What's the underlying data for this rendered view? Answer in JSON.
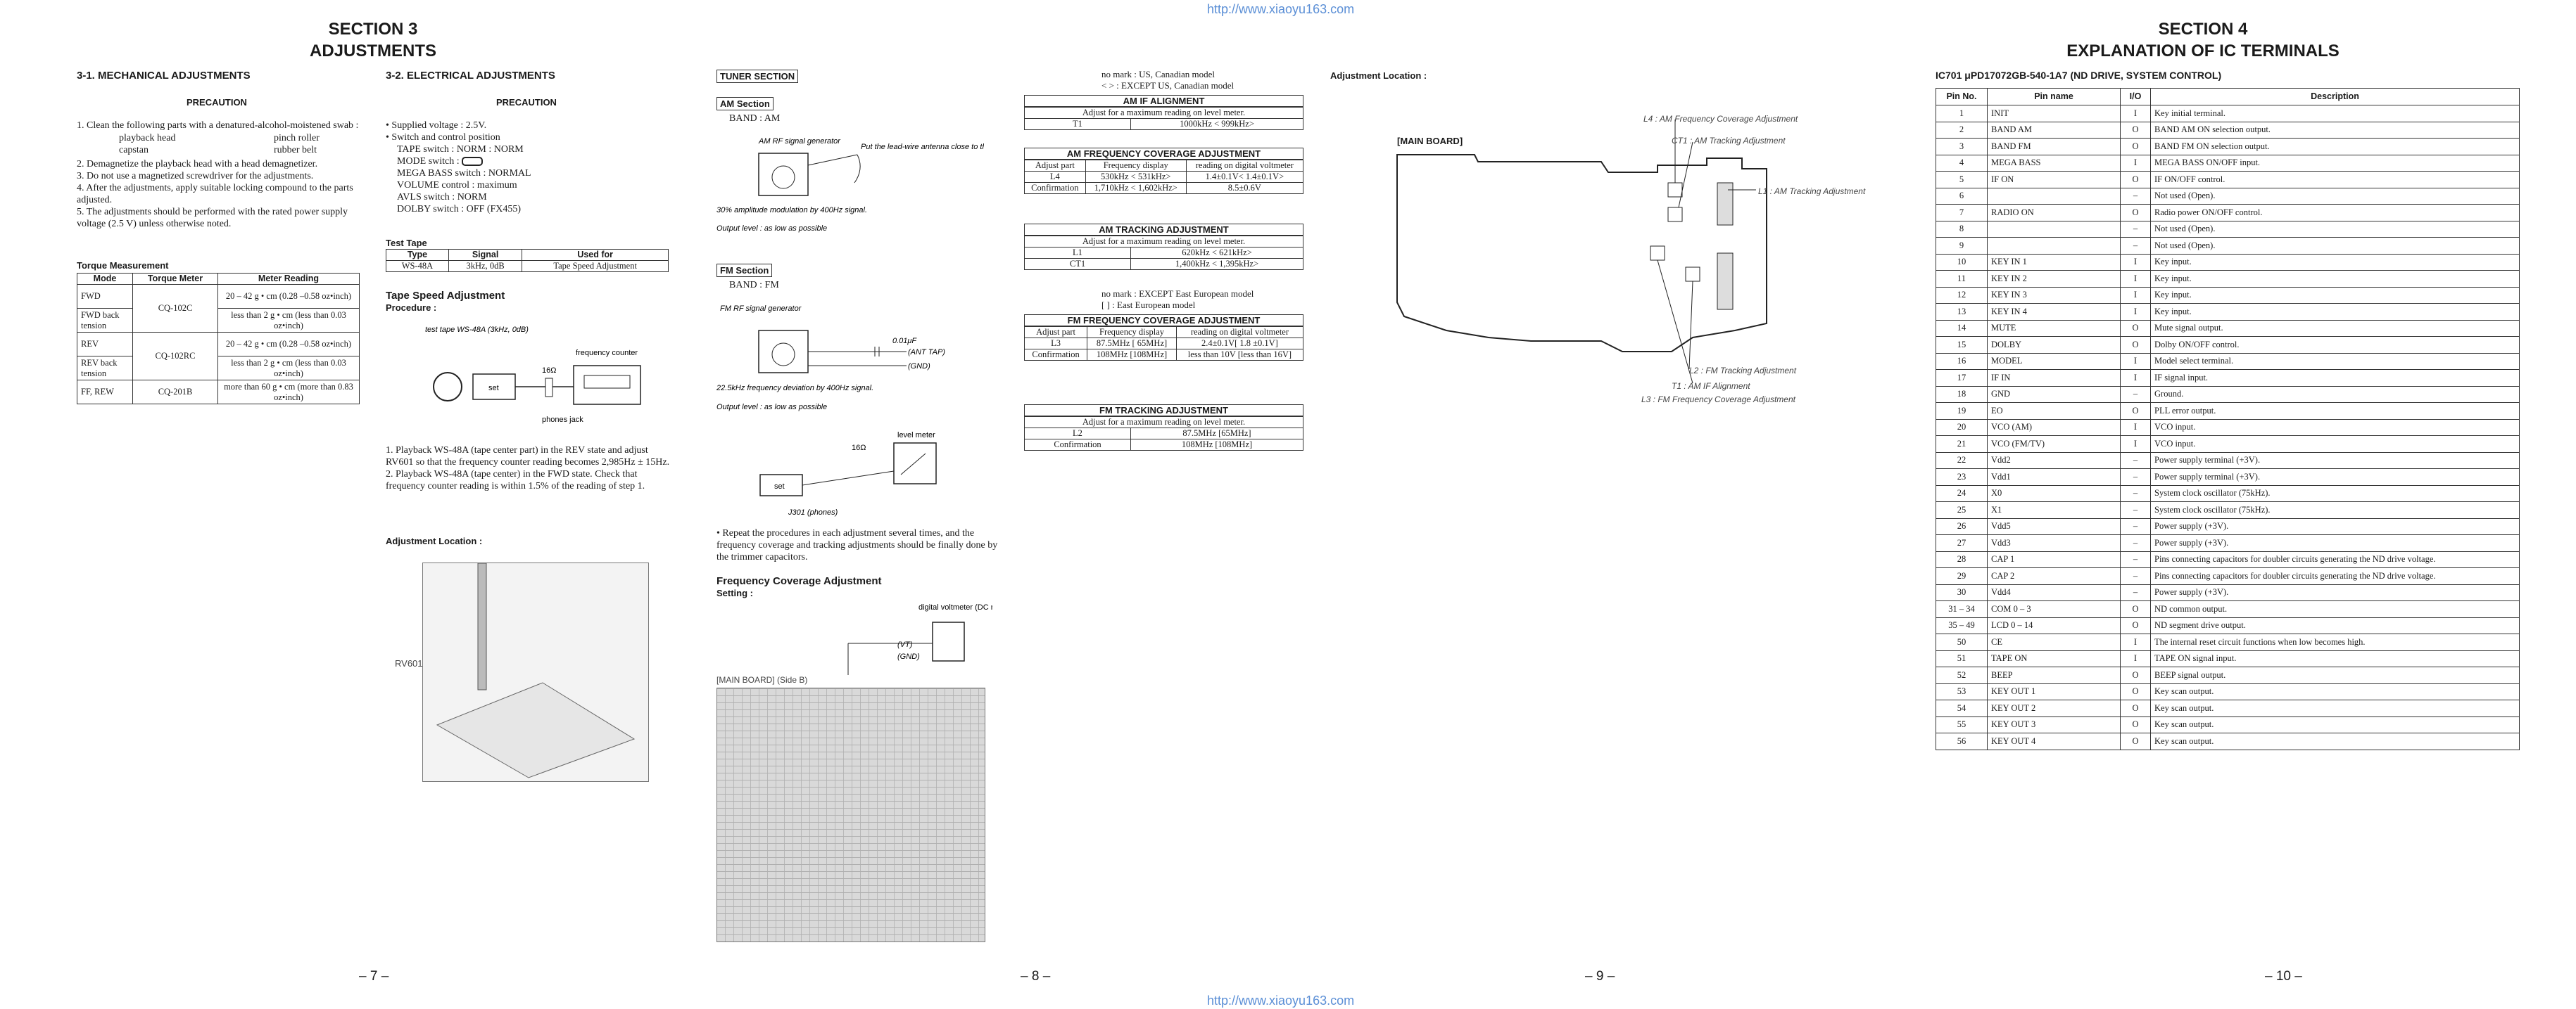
{
  "header_url": "http://www.xiaoyu163.com",
  "footer_url": "http://www.xiaoyu163.com",
  "pages": [
    "– 7 –",
    "– 8 –",
    "– 9 –",
    "– 10 –"
  ],
  "section3": {
    "line1": "SECTION 3",
    "line2": "ADJUSTMENTS"
  },
  "section4": {
    "line1": "SECTION 4",
    "line2": "EXPLANATION OF IC TERMINALS"
  },
  "mech": {
    "heading": "3-1. MECHANICAL ADJUSTMENTS",
    "precaution": "PRECAUTION",
    "items": [
      "1. Clean the following parts with a denatured-alcohol-moistened swab :",
      "2. Demagnetize the playback head with a head demagnetizer.",
      "3. Do not use a magnetized screwdriver for the adjustments.",
      "4. After the adjustments, apply suitable locking compound to the parts adjusted.",
      "5. The adjustments should be performed with the rated power supply voltage (2.5 V) unless otherwise noted."
    ],
    "parts": [
      "playback head",
      "pinch roller",
      "capstan",
      "rubber belt"
    ],
    "torque_title": "Torque Measurement",
    "torque_headers": [
      "Mode",
      "Torque Meter",
      "Meter Reading"
    ],
    "torque_rows": [
      [
        "FWD",
        "CQ-102C",
        "20 – 42 g • cm (0.28 –0.58 oz•inch)"
      ],
      [
        "FWD back tension",
        "",
        "less than 2 g • cm (less than 0.03 oz•inch)"
      ],
      [
        "REV",
        "CQ-102RC",
        "20 – 42 g • cm (0.28 –0.58 oz•inch)"
      ],
      [
        "REV back tension",
        "",
        "less than 2 g • cm (less than 0.03 oz•inch)"
      ],
      [
        "FF, REW",
        "CQ-201B",
        "more than 60 g • cm (more than 0.83 oz•inch)"
      ]
    ]
  },
  "elec": {
    "heading": "3-2. ELECTRICAL ADJUSTMENTS",
    "precaution": "PRECAUTION",
    "bullets": [
      "• Supplied voltage : 2.5V.",
      "• Switch and control position"
    ],
    "switches": [
      "TAPE switch : NORM : NORM",
      "MODE switch :",
      "MEGA BASS switch : NORMAL",
      "VOLUME control : maximum",
      "AVLS switch : NORM",
      "DOLBY switch : OFF (FX455)"
    ],
    "test_tape_title": "Test Tape",
    "test_tape_headers": [
      "Type",
      "Signal",
      "Used for"
    ],
    "test_tape_row": [
      "WS-48A",
      "3kHz, 0dB",
      "Tape Speed Adjustment"
    ],
    "speed_title": "Tape Speed Adjustment",
    "procedure": "Procedure :",
    "speed_steps": [
      "1. Playback WS-48A (tape center part) in the REV state and adjust RV601 so that the frequency counter reading becomes 2,985Hz ± 15Hz.",
      "2. Playback WS-48A (tape center) in the FWD state. Check that frequency counter reading is within 1.5% of the reading of step 1."
    ],
    "adj_loc": "Adjustment Location :",
    "fig_labels": {
      "test_tape": "test tape WS-48A (3kHz, 0dB)",
      "counter": "frequency counter",
      "set": "set",
      "jack": "phones jack",
      "rv": "RV601",
      "res": "16Ω"
    }
  },
  "tuner": {
    "title": "TUNER SECTION",
    "am_label": "AM Section",
    "am_band": "BAND : AM",
    "am_note1": "30% amplitude modulation by 400Hz signal.",
    "am_note2": "Output level : as low as possible",
    "am_gen": "AM RF signal generator",
    "am_ant": "Put the lead-wire antenna close to the set.",
    "fm_label": "FM Section",
    "fm_band": "BAND : FM",
    "fm_gen": "FM RF signal generator",
    "fm_cap": "0.01μF",
    "fm_ant": "(ANT TAP)",
    "fm_gnd": "(GND)",
    "fm_note1": "22.5kHz frequency deviation by 400Hz signal.",
    "fm_note2": "Output level : as low as possible",
    "lm_label": "level meter",
    "lm_res": "16Ω",
    "lm_set": "set",
    "lm_jack": "J301 (phones)",
    "repeat_note": "• Repeat the procedures in each adjustment several times, and the frequency coverage and tracking adjustments should be finally done by the trimmer capacitors.",
    "fc_title": "Frequency Coverage Adjustment",
    "setting": "Setting :",
    "dv_label": "digital voltmeter (DC range)",
    "dv_vt": "(VT)",
    "dv_gnd": "(GND)",
    "board_label": "[MAIN BOARD] (Side B)"
  },
  "notes_top": {
    "l1": "no mark : US, Canadian model",
    "l2": "< > : EXCEPT US, Canadian model"
  },
  "notes_mid": {
    "l1": "no mark : EXCEPT East European model",
    "l2": "[ ] : East European model"
  },
  "am_if": {
    "title": "AM IF ALIGNMENT",
    "sub": "Adjust for a maximum reading on level meter.",
    "rows": [
      [
        "T1",
        "1000kHz < 999kHz>"
      ]
    ]
  },
  "am_fc": {
    "title": "AM FREQUENCY COVERAGE ADJUSTMENT",
    "headers": [
      "Adjust part",
      "Frequency display",
      "reading on digital voltmeter"
    ],
    "rows": [
      [
        "L4",
        "530kHz < 531kHz>",
        "1.4±0.1V< 1.4±0.1V>"
      ],
      [
        "Confirmation",
        "1,710kHz < 1,602kHz>",
        "8.5±0.6V"
      ]
    ]
  },
  "am_track": {
    "title": "AM TRACKING ADJUSTMENT",
    "sub": "Adjust for a maximum reading on level meter.",
    "rows": [
      [
        "L1",
        "620kHz < 621kHz>"
      ],
      [
        "CT1",
        "1,400kHz < 1,395kHz>"
      ]
    ]
  },
  "fm_fc": {
    "title": "FM FREQUENCY COVERAGE ADJUSTMENT",
    "headers": [
      "Adjust part",
      "Frequency display",
      "reading on digital voltmeter"
    ],
    "rows": [
      [
        "L3",
        "87.5MHz [ 65MHz]",
        "2.4±0.1V[ 1.8 ±0.1V]"
      ],
      [
        "Confirmation",
        "108MHz [108MHz]",
        "less than 10V [less than 16V]"
      ]
    ]
  },
  "fm_track": {
    "title": "FM TRACKING ADJUSTMENT",
    "sub": "Adjust for a maximum reading on level meter.",
    "rows": [
      [
        "L2",
        "87.5MHz [65MHz]"
      ],
      [
        "Confirmation",
        "108MHz [108MHz]"
      ]
    ]
  },
  "p9": {
    "adj_loc": "Adjustment Location :",
    "board": "[MAIN BOARD]",
    "labels": [
      "L4 : AM Frequency Coverage Adjustment",
      "CT1 : AM Tracking Adjustment",
      "L1 : AM Tracking Adjustment",
      "L2 : FM Tracking Adjustment",
      "T1 : AM IF Alignment",
      "L3 : FM Frequency Coverage Adjustment"
    ]
  },
  "ic": {
    "title": "IC701  μPD17072GB-540-1A7 (ND DRIVE, SYSTEM CONTROL)",
    "headers": [
      "Pin No.",
      "Pin name",
      "I/O",
      "Description"
    ],
    "rows": [
      [
        "1",
        "INIT",
        "I",
        "Key initial terminal."
      ],
      [
        "2",
        "BAND AM",
        "O",
        "BAND AM ON selection output."
      ],
      [
        "3",
        "BAND FM",
        "O",
        "BAND FM ON selection output."
      ],
      [
        "4",
        "MEGA BASS",
        "I",
        "MEGA BASS ON/OFF input."
      ],
      [
        "5",
        "IF ON",
        "O",
        "IF ON/OFF control."
      ],
      [
        "6",
        "",
        "–",
        "Not used (Open)."
      ],
      [
        "7",
        "RADIO ON",
        "O",
        "Radio power ON/OFF control."
      ],
      [
        "8",
        "",
        "–",
        "Not used (Open)."
      ],
      [
        "9",
        "",
        "–",
        "Not used (Open)."
      ],
      [
        "10",
        "KEY IN 1",
        "I",
        "Key input."
      ],
      [
        "11",
        "KEY IN 2",
        "I",
        "Key input."
      ],
      [
        "12",
        "KEY IN 3",
        "I",
        "Key input."
      ],
      [
        "13",
        "KEY IN 4",
        "I",
        "Key input."
      ],
      [
        "14",
        "MUTE",
        "O",
        "Mute signal output."
      ],
      [
        "15",
        "DOLBY",
        "O",
        "Dolby ON/OFF control."
      ],
      [
        "16",
        "MODEL",
        "I",
        "Model select terminal."
      ],
      [
        "17",
        "IF IN",
        "I",
        "IF signal input."
      ],
      [
        "18",
        "GND",
        "–",
        "Ground."
      ],
      [
        "19",
        "EO",
        "O",
        "PLL error output."
      ],
      [
        "20",
        "VCO (AM)",
        "I",
        "VCO input."
      ],
      [
        "21",
        "VCO (FM/TV)",
        "I",
        "VCO input."
      ],
      [
        "22",
        "Vdd2",
        "–",
        "Power supply terminal (+3V)."
      ],
      [
        "23",
        "Vdd1",
        "–",
        "Power supply terminal (+3V)."
      ],
      [
        "24",
        "X0",
        "–",
        "System clock oscillator (75kHz)."
      ],
      [
        "25",
        "X1",
        "–",
        "System clock oscillator (75kHz)."
      ],
      [
        "26",
        "Vdd5",
        "–",
        "Power supply (+3V)."
      ],
      [
        "27",
        "Vdd3",
        "–",
        "Power supply (+3V)."
      ],
      [
        "28",
        "CAP 1",
        "–",
        "Pins connecting capacitors for doubler circuits generating the ND drive voltage."
      ],
      [
        "29",
        "CAP 2",
        "–",
        "Pins connecting capacitors for doubler circuits generating the ND drive voltage."
      ],
      [
        "30",
        "Vdd4",
        "–",
        "Power supply (+3V)."
      ],
      [
        "31 – 34",
        "COM 0 – 3",
        "O",
        "ND common output."
      ],
      [
        "35 – 49",
        "LCD 0 – 14",
        "O",
        "ND segment drive output."
      ],
      [
        "50",
        "CE",
        "I",
        "The internal reset circuit functions when low becomes high."
      ],
      [
        "51",
        "TAPE ON",
        "I",
        "TAPE ON signal input."
      ],
      [
        "52",
        "BEEP",
        "O",
        "BEEP signal output."
      ],
      [
        "53",
        "KEY OUT 1",
        "O",
        "Key scan output."
      ],
      [
        "54",
        "KEY OUT 2",
        "O",
        "Key scan output."
      ],
      [
        "55",
        "KEY OUT 3",
        "O",
        "Key scan output."
      ],
      [
        "56",
        "KEY OUT 4",
        "O",
        "Key scan output."
      ]
    ]
  }
}
